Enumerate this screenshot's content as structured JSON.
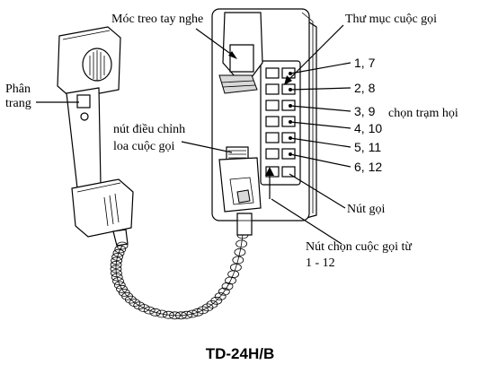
{
  "labels": {
    "hook": "Móc treo tay nghe",
    "directory": "Thư mục cuộc gọi",
    "paging_line1": "Phân",
    "paging_line2": "trang",
    "volume_line1": "nút điều chỉnh",
    "volume_line2": "loa cuộc gọi",
    "station_select": "chọn trạm họi",
    "call_button": "Nút gọi",
    "select_line1": "Nút chọn cuộc gọi từ",
    "select_line2": "1 - 12"
  },
  "keys": [
    "1, 7",
    "2, 8",
    "3, 9",
    "4, 10",
    "5, 11",
    "6, 12"
  ],
  "model": "TD-24H/B"
}
